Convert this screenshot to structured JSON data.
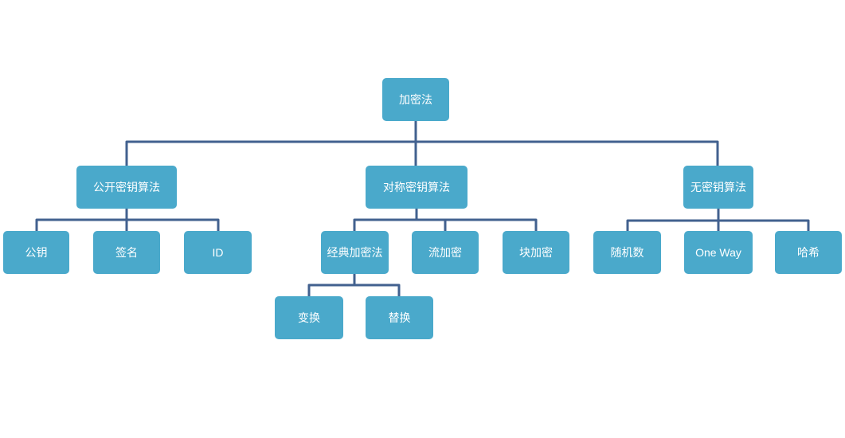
{
  "colors": {
    "node_fill": "#4aa9cb",
    "connector": "#42618f",
    "node_text": "#ffffff",
    "canvas_bg": "#ffffff"
  },
  "nodes": {
    "root": {
      "label": "加密法"
    },
    "public_key_alg": {
      "label": "公开密钥算法"
    },
    "symmetric_key_alg": {
      "label": "对称密钥算法"
    },
    "keyless_alg": {
      "label": "无密钥算法"
    },
    "public_key": {
      "label": "公钥"
    },
    "signature": {
      "label": "签名"
    },
    "id": {
      "label": "ID"
    },
    "classical_cipher": {
      "label": "经典加密法"
    },
    "stream_cipher": {
      "label": "流加密"
    },
    "block_cipher": {
      "label": "块加密"
    },
    "random_number": {
      "label": "随机数"
    },
    "one_way": {
      "label": "One Way"
    },
    "hash": {
      "label": "哈希"
    },
    "transposition": {
      "label": "变换"
    },
    "substitution": {
      "label": "替换"
    }
  },
  "edges": [
    {
      "from": "root",
      "to": "public_key_alg"
    },
    {
      "from": "root",
      "to": "symmetric_key_alg"
    },
    {
      "from": "root",
      "to": "keyless_alg"
    },
    {
      "from": "public_key_alg",
      "to": "public_key"
    },
    {
      "from": "public_key_alg",
      "to": "signature"
    },
    {
      "from": "public_key_alg",
      "to": "id"
    },
    {
      "from": "symmetric_key_alg",
      "to": "classical_cipher"
    },
    {
      "from": "symmetric_key_alg",
      "to": "stream_cipher"
    },
    {
      "from": "symmetric_key_alg",
      "to": "block_cipher"
    },
    {
      "from": "keyless_alg",
      "to": "random_number"
    },
    {
      "from": "keyless_alg",
      "to": "one_way"
    },
    {
      "from": "keyless_alg",
      "to": "hash"
    },
    {
      "from": "classical_cipher",
      "to": "transposition"
    },
    {
      "from": "classical_cipher",
      "to": "substitution"
    }
  ]
}
